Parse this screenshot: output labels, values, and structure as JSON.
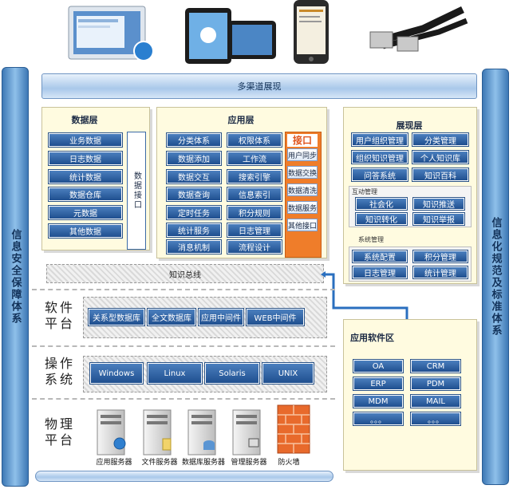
{
  "top_bar": "多渠道展现",
  "left_pillar": "信息安全保障体系",
  "right_pillar": "信息化规范及标准体系",
  "data_layer": {
    "title": "数据层",
    "items": [
      "业务数据",
      "日志数据",
      "统计数据",
      "数据仓库",
      "元数据",
      "其他数据"
    ],
    "interface": "数据接口"
  },
  "app_layer": {
    "title": "应用层",
    "col1": [
      "分类体系",
      "数据添加",
      "数据交互",
      "数据查询",
      "定时任务",
      "统计服务",
      "消息机制"
    ],
    "col2": [
      "权限体系",
      "工作流",
      "搜索引擎",
      "信息索引",
      "积分规则",
      "日志管理",
      "流程设计"
    ],
    "interface_title": "接口",
    "interface_items": [
      "用户同步",
      "数据交换",
      "数据清洗",
      "数据服务",
      "其他接口"
    ]
  },
  "present_layer": {
    "title": "展现层",
    "rows": [
      [
        "用户组织管理",
        "分类管理"
      ],
      [
        "组织知识管理",
        "个人知识库"
      ],
      [
        "问答系统",
        "知识百科"
      ]
    ],
    "interact_title": "互动管理",
    "interact": [
      [
        "社会化",
        "知识推送"
      ],
      [
        "知识转化",
        "知识举报"
      ]
    ],
    "system_title": "系统管理",
    "system": [
      [
        "系统配置",
        "积分管理"
      ],
      [
        "日志管理",
        "统计管理"
      ]
    ]
  },
  "knowledge_bus": "知识总线",
  "software_platform": {
    "label": "软件平台",
    "items": [
      "关系型数据库",
      "全文数据库",
      "应用中间件",
      "WEB中间件"
    ]
  },
  "os": {
    "label": "操作系统",
    "items": [
      "Windows",
      "Linux",
      "Solaris",
      "UNIX"
    ]
  },
  "physical": {
    "label": "物理平台",
    "servers": [
      "应用服务器",
      "文件服务器",
      "数据库服务器",
      "管理服务器",
      "防火墙"
    ]
  },
  "app_software": {
    "title": "应用软件区",
    "items": [
      [
        "OA",
        "CRM"
      ],
      [
        "ERP",
        "PDM"
      ],
      [
        "MDM",
        "MAIL"
      ],
      [
        "。。。",
        "。。。"
      ]
    ]
  }
}
